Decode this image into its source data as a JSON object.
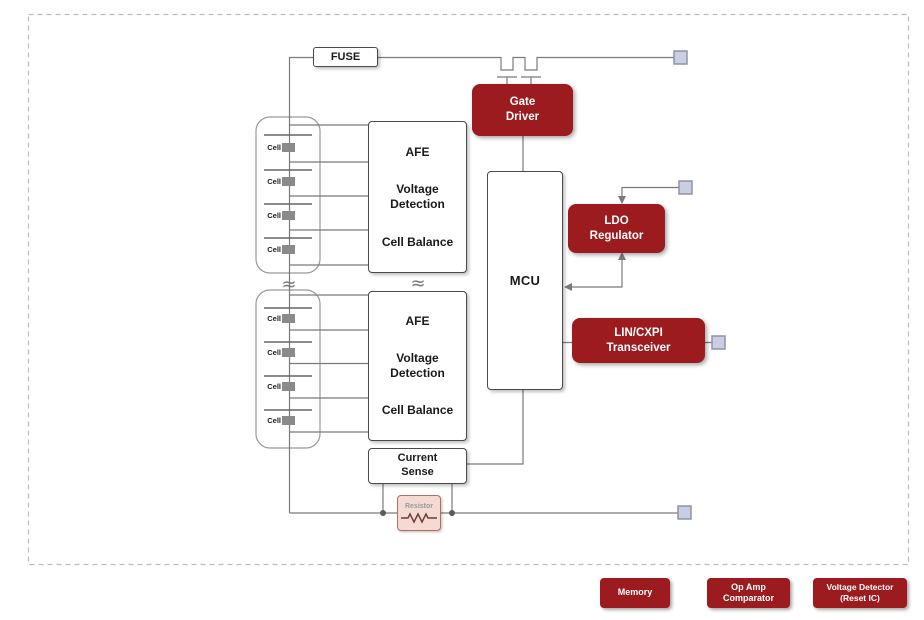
{
  "colors": {
    "accent": "#9B1B1F",
    "wire": "#7a7a7a",
    "box_border": "#4a4a4a",
    "resistor_fill": "#F5D9D3",
    "resistor_border": "#BA6B60",
    "connector_fill": "#C9CEE2",
    "connector_border": "#8F93A9"
  },
  "blocks": {
    "fuse": {
      "label": "FUSE"
    },
    "gate_driver": {
      "line1": "Gate",
      "line2": "Driver"
    },
    "mcu": {
      "label": "MCU"
    },
    "ldo_regulator": {
      "line1": "LDO",
      "line2": "Regulator"
    },
    "lin_cxpi": {
      "line1": "LIN/CXPI",
      "line2": "Transceiver"
    },
    "afe": {
      "title": "AFE",
      "line1": "Voltage",
      "line2": "Detection",
      "line3": "Cell Balance"
    },
    "current_sense": {
      "line1": "Current",
      "line2": "Sense"
    },
    "resistor": {
      "label": "Resistor"
    }
  },
  "cell_label": "Cell",
  "symbols": {
    "break": "≈"
  },
  "legend": [
    {
      "line1": "Memory"
    },
    {
      "line1": "Op Amp",
      "line2": "Comparator"
    },
    {
      "line1": "Voltage Detector",
      "line2": "(Reset IC)"
    }
  ]
}
